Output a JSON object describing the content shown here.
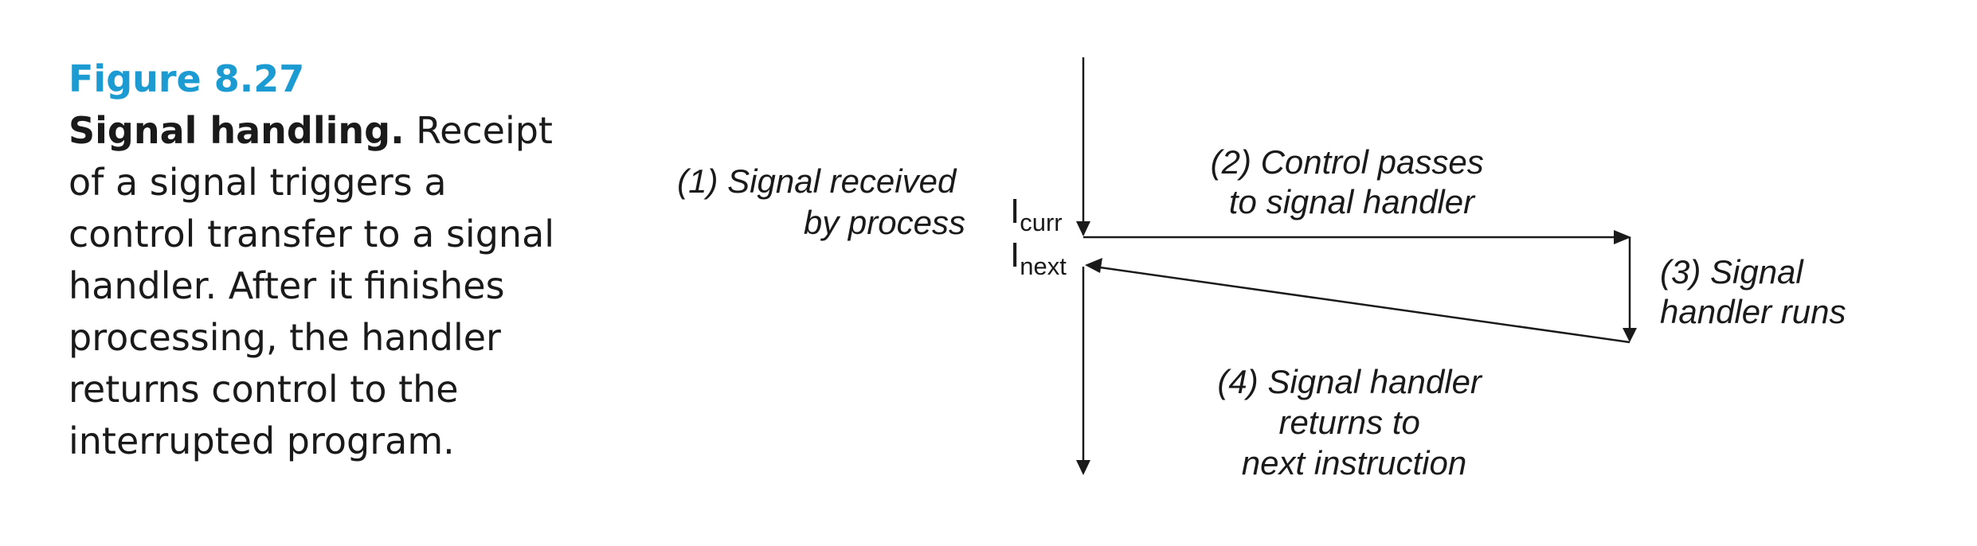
{
  "figure": {
    "number": "Figure 8.27",
    "title": "Signal handling.",
    "description": " Receipt of a signal triggers a control transfer to a signal handler. After it finishes processing, the handler returns control to the interrupted program."
  },
  "diagram": {
    "step1": [
      "(1) Signal received",
      "by process"
    ],
    "step2": [
      "(2) Control passes",
      "to signal handler"
    ],
    "step3": [
      "(3) Signal",
      "handler runs"
    ],
    "step4": [
      "(4) Signal handler",
      "returns to",
      "next instruction"
    ],
    "icurr": {
      "base": "I",
      "sub": "curr"
    },
    "inext": {
      "base": "I",
      "sub": "next"
    }
  },
  "colors": {
    "accent": "#1b9bd1",
    "text": "#1a1a1a"
  }
}
